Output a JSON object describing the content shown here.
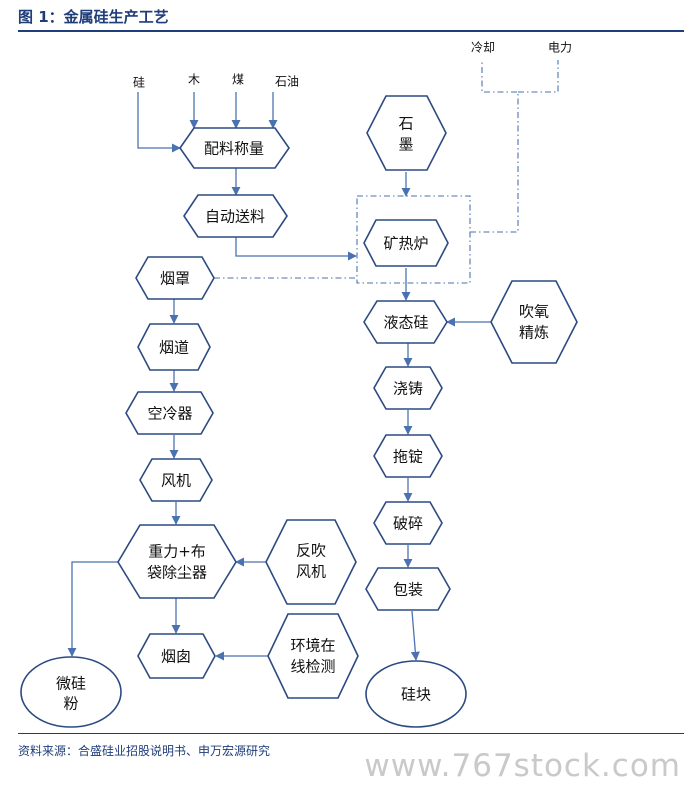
{
  "header": {
    "title": "图 1：金属硅生产工艺"
  },
  "footer": {
    "source": "资料来源：合盛硅业招股说明书、申万宏源研究",
    "watermark": "www.767stock.com"
  },
  "inputs": {
    "si": "硅",
    "wood": "木",
    "coal": "煤",
    "petcoke": "石油",
    "cooling": "冷却",
    "power": "电力"
  },
  "nodes": {
    "batching": "配料称量",
    "feeding": "自动送料",
    "graphite_1": "石",
    "graphite_2": "墨",
    "furnace": "矿热炉",
    "hood": "烟罩",
    "flue": "烟道",
    "air_cooler": "空冷器",
    "fan": "风机",
    "dust_1": "重力+布",
    "dust_2": "袋除尘器",
    "back_blow_1": "反吹",
    "back_blow_2": "风机",
    "chimney": "烟囱",
    "env_1": "环境在",
    "env_2": "线检测",
    "micro_1": "微硅",
    "micro_2": "粉",
    "liquid_si": "液态硅",
    "oxy_1": "吹氧",
    "oxy_2": "精炼",
    "casting": "浇铸",
    "ingot": "拖锭",
    "crushing": "破碎",
    "packing": "包装",
    "si_block": "硅块"
  }
}
